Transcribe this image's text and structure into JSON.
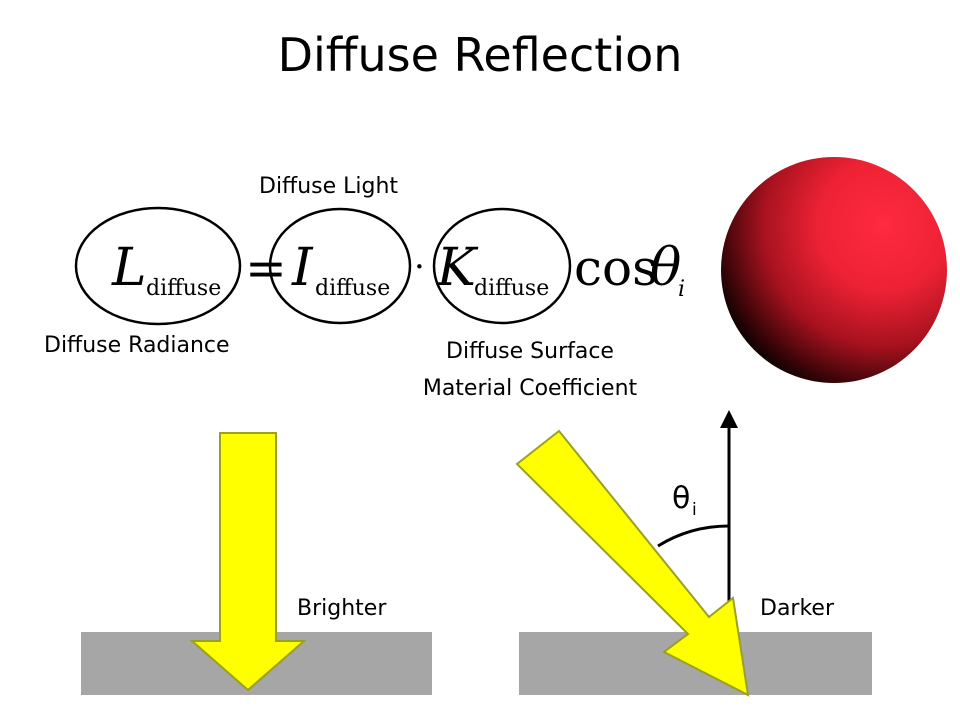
{
  "slide": {
    "title": "Diffuse Reflection"
  },
  "equation": {
    "lhs_symbol": "L",
    "lhs_subscript": "diffuse",
    "equals": "=",
    "light_symbol": "I",
    "light_subscript": "diffuse",
    "dot": "·",
    "material_symbol": "K",
    "material_subscript": "diffuse",
    "cos": "cos",
    "theta": "θ",
    "theta_subscript": "i"
  },
  "annotations": {
    "diffuse_light": "Diffuse Light",
    "diffuse_radiance": "Diffuse Radiance",
    "material_line1": "Diffuse Surface",
    "material_line2": "Material Coefficient"
  },
  "illustration": {
    "left_label": "Brighter",
    "right_label": "Darker",
    "angle_symbol": "θ",
    "angle_subscript": "i"
  },
  "colors": {
    "arrow_fill": "#ffff00",
    "arrow_stroke": "#9aa020",
    "surface": "#a6a6a6",
    "sphere": "#ff2a3f"
  }
}
